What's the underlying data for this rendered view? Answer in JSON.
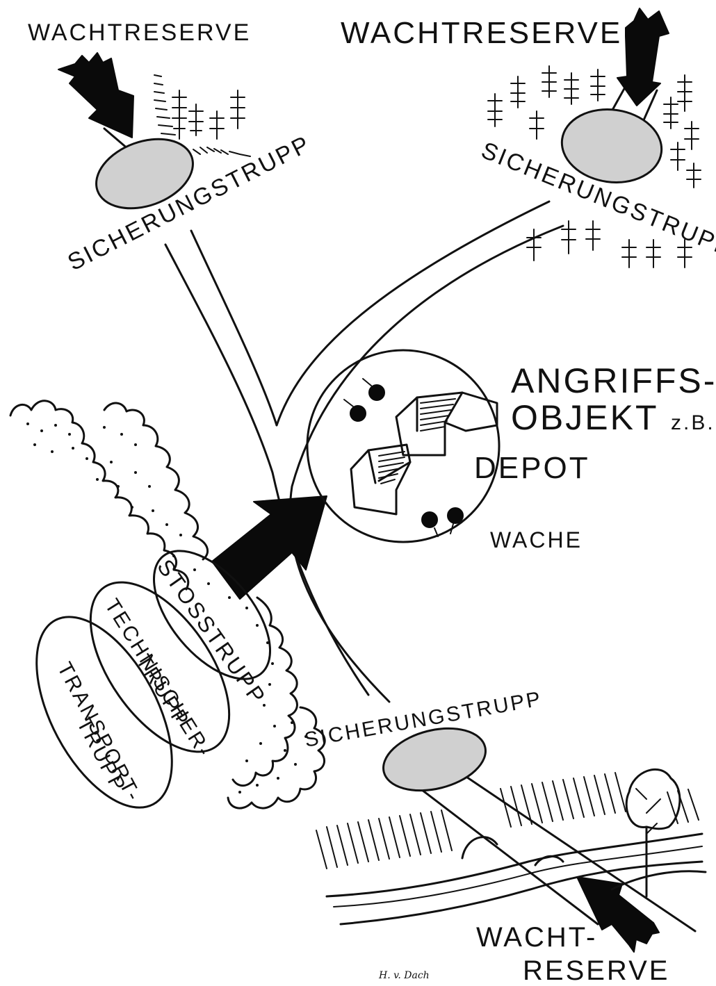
{
  "labels": {
    "reserve_top_left": "WACHTRESERVE",
    "reserve_top_right": "WACHTRESERVE",
    "security_top_left": "SICHERUNGSTRUPP",
    "security_top_right": "SICHERUNGSTRUPP",
    "security_bottom": "SICHERUNGSTRUPP",
    "target_line1": "ANGRIFFS-",
    "target_line2": "OBJEKT",
    "target_eg": "z.B.",
    "target_line3": "DEPOT",
    "guard": "WACHE",
    "assault_troop": "STOSSTRUPP",
    "technical_line1": "TECHNISCHER-",
    "technical_line2": "TRUPP",
    "transport_line1": "TRANSPORT-",
    "transport_line2": "TRUPP",
    "reserve_bottom_line1": "WACHT-",
    "reserve_bottom_line2": "RESERVE"
  },
  "signature": "H. v. Dach",
  "colors": {
    "ink": "#111111",
    "troop_fill": "#d0d0d0",
    "background": "#ffffff"
  }
}
